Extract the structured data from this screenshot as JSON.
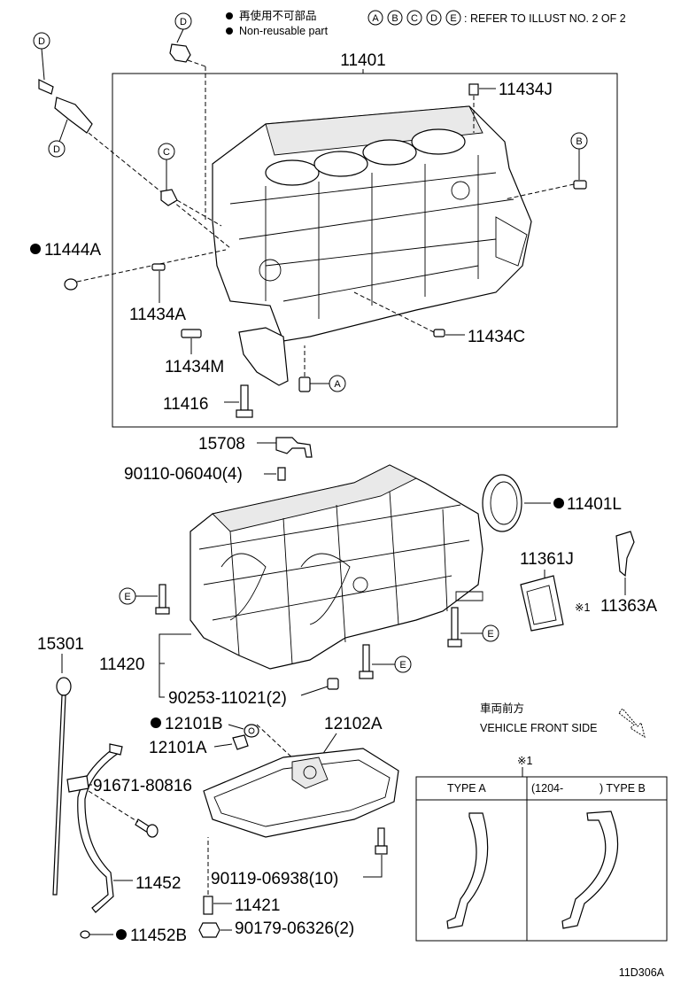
{
  "header": {
    "legend_jp": "再使用不可部品",
    "legend_en": "Non-reusable part",
    "refer_letters": [
      "A",
      "B",
      "C",
      "D",
      "E"
    ],
    "refer_text": ": REFER TO ILLUST NO. 2 OF 2"
  },
  "callout_letters": {
    "d_top": "D",
    "d_left": "D",
    "d_mid": "D",
    "c": "C",
    "b": "B",
    "a": "A",
    "e1": "E",
    "e2": "E",
    "e3": "E"
  },
  "parts": {
    "p11401": "11401",
    "p11434J": "11434J",
    "p11444A": "11444A",
    "p11434A": "11434A",
    "p11434C": "11434C",
    "p11434M": "11434M",
    "p11416": "11416",
    "p15708": "15708",
    "p90110": "90110-06040(4)",
    "p11401L": "11401L",
    "p11361J": "11361J",
    "p11363A": "11363A",
    "p11363A_mark": "※1",
    "p15301": "15301",
    "p11420": "11420",
    "p90253": "90253-11021(2)",
    "p12101B": "12101B",
    "p12102A": "12102A",
    "p12101A": "12101A",
    "p91671": "91671-80816",
    "p90119": "90119-06938(10)",
    "p11452": "11452",
    "p11421": "11421",
    "p90179": "90179-06326(2)",
    "p11452B": "11452B"
  },
  "front_side": {
    "jp": "車両前方",
    "en": "VEHICLE FRONT SIDE"
  },
  "detail_box": {
    "mark": "※1",
    "type_a": "TYPE A",
    "type_b_range": "(1204-",
    "type_b": ") TYPE B"
  },
  "footer": {
    "code": "11D306A"
  }
}
